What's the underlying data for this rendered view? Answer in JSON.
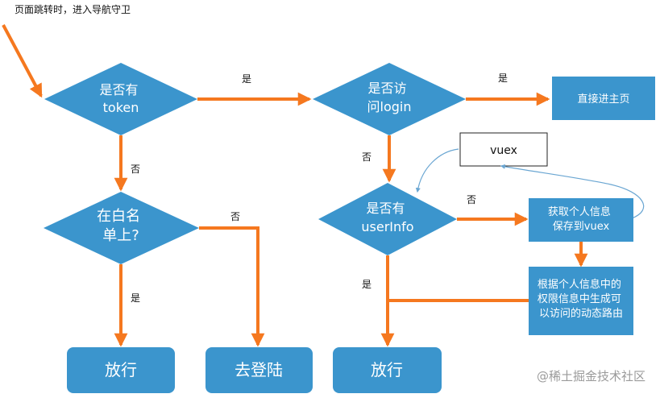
{
  "caption": "页面跳转时，进入导航守卫",
  "nodes": {
    "has_token": [
      "是否有",
      "token"
    ],
    "is_login": [
      "是否访",
      "问login"
    ],
    "go_home": [
      "直接进主页"
    ],
    "whitelist": [
      "在白名",
      "单上?"
    ],
    "has_userinfo": [
      "是否有",
      "userInfo"
    ],
    "vuex": [
      "vuex"
    ],
    "fetch_user": [
      "获取个人信息",
      "保存到vuex"
    ],
    "gen_routes": [
      "根据个人信息中的",
      "权限信息中生成可",
      "以访问的动态路由"
    ],
    "pass_left": [
      "放行"
    ],
    "to_login": [
      "去登陆"
    ],
    "pass_right": [
      "放行"
    ]
  },
  "edge_labels": {
    "token_yes": "是",
    "login_yes": "是",
    "token_no": "否",
    "login_no": "否",
    "whitelist_no": "否",
    "userinfo_no": "否",
    "whitelist_yes": "是",
    "userinfo_yes": "是"
  },
  "watermark": "@稀土掘金技术社区",
  "colors": {
    "node_fill": "#3b95cd",
    "node_fill_light": "#3a9ad6",
    "arrow": "#f5781f",
    "thin_arrow": "#6aa6d2"
  }
}
